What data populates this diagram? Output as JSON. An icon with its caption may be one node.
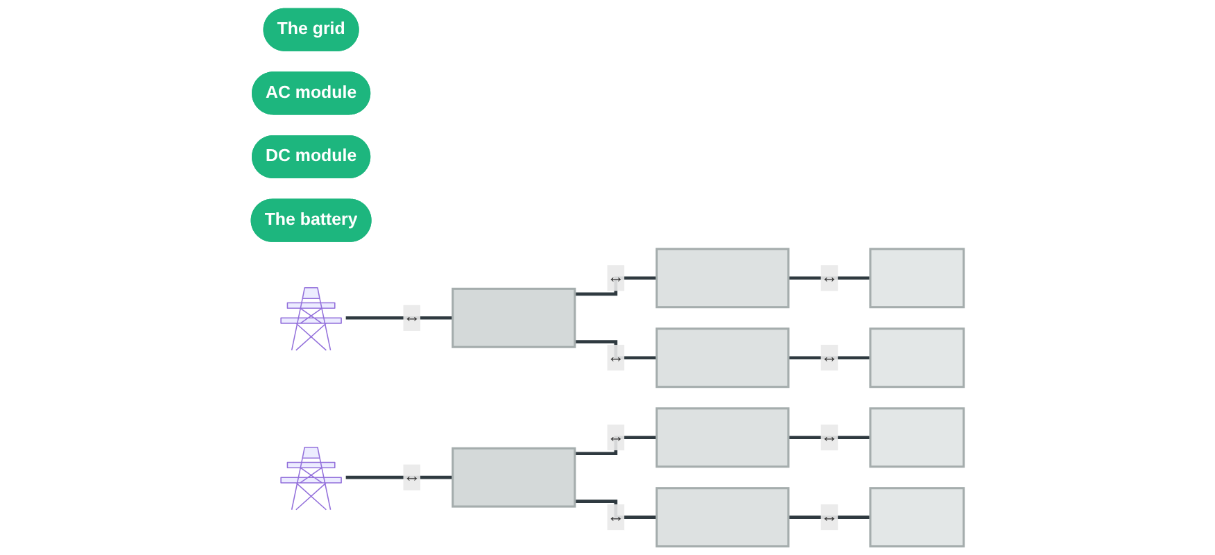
{
  "diagram": {
    "nodes": [
      {
        "text": [
          "The grid"
        ]
      },
      {
        "text": [
          "AC module"
        ]
      },
      {
        "text": [
          "DC module"
        ]
      },
      {
        "text": [
          "The battery"
        ]
      },
      {
        "text": [],
        "shape": "picture"
      },
      {
        "text": [],
        "shape": "box"
      },
      {
        "text": [],
        "shape": "box"
      },
      {
        "text": [],
        "shape": "box"
      },
      {
        "text": [],
        "shape": "box"
      },
      {
        "text": [],
        "shape": "box"
      },
      {
        "text": [],
        "shape": "picture"
      },
      {
        "text": [],
        "shape": "box"
      },
      {
        "text": [],
        "shape": "box"
      },
      {
        "text": [],
        "shape": "box"
      },
      {
        "text": [],
        "shape": "box"
      },
      {
        "text": [],
        "shape": "box"
      }
    ],
    "edges": [
      {
        "from": 4,
        "to": 5,
        "arrow": "none",
        "label": "↔"
      },
      {
        "from": 5,
        "to": 6,
        "arrow": "none",
        "label": "↔"
      },
      {
        "from": 5,
        "to": 7,
        "arrow": "none",
        "label": "↔"
      },
      {
        "from": 6,
        "to": 8,
        "arrow": "none",
        "label": "↔"
      },
      {
        "from": 7,
        "to": 9,
        "arrow": "none",
        "label": "↔"
      },
      {
        "from": 10,
        "to": 11,
        "arrow": "none",
        "label": "↔"
      },
      {
        "from": 11,
        "to": 12,
        "arrow": "none",
        "label": "↔"
      },
      {
        "from": 11,
        "to": 13,
        "arrow": "none",
        "label": "↔"
      },
      {
        "from": 12,
        "to": 14,
        "arrow": "none",
        "label": "↔"
      },
      {
        "from": 13,
        "to": 15,
        "arrow": "none",
        "label": "↔"
      }
    ]
  }
}
